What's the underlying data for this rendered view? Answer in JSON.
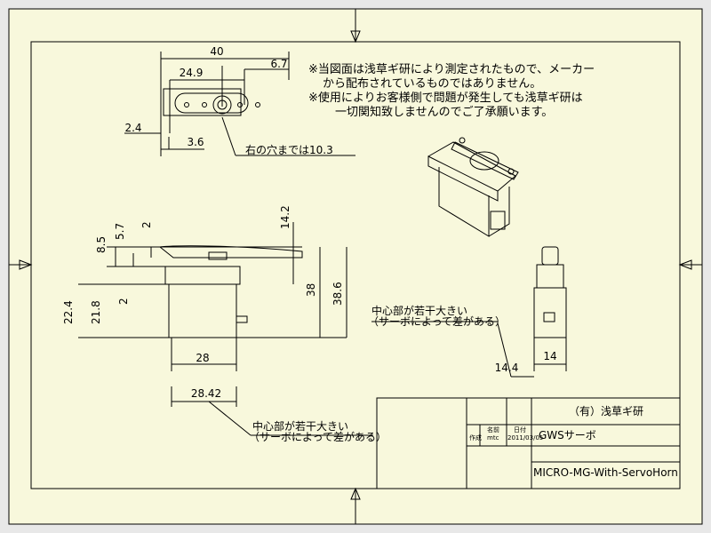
{
  "notes": {
    "line1": "※当図面は浅草ギ研により測定されたもので、メーカー",
    "line2": "から配布されているものではありません。",
    "line3": "※使用によりお客様側で問題が発生しても浅草ギ研は",
    "line4": "一切関知致しませんのでご了承願います。"
  },
  "top_view": {
    "dim_40": "40",
    "dim_24_9": "24.9",
    "dim_6_7": "6.7",
    "dim_2_4": "2.4",
    "dim_3_6": "3.6",
    "hole_note": "右の穴までは10.3"
  },
  "front_view": {
    "dim_8_5": "8.5",
    "dim_5_7": "5.7",
    "dim_2_top": "2",
    "dim_14_2": "14.2",
    "dim_22_4": "22.4",
    "dim_21_8": "21.8",
    "dim_2_mid": "2",
    "dim_38": "38",
    "dim_38_6": "38.6",
    "dim_28": "28",
    "dim_28_42": "28.42",
    "center_note_1": "中心部が若干大きい",
    "center_note_2": "（サーボによって差がある）"
  },
  "side_view": {
    "dim_14_4": "14.4",
    "dim_14": "14",
    "center_note_1": "中心部が若干大きい",
    "center_note_2": "（サーボによって差がある）"
  },
  "title_block": {
    "company": "（有）浅草ギ研",
    "drawing_title": "GWSサーボ",
    "part_name": "MICRO-MG-With-ServoHorn",
    "small_1": "名前",
    "small_2": "日付",
    "small_3": "作成",
    "small_4": "mtc",
    "small_5": "2011/03/05"
  }
}
